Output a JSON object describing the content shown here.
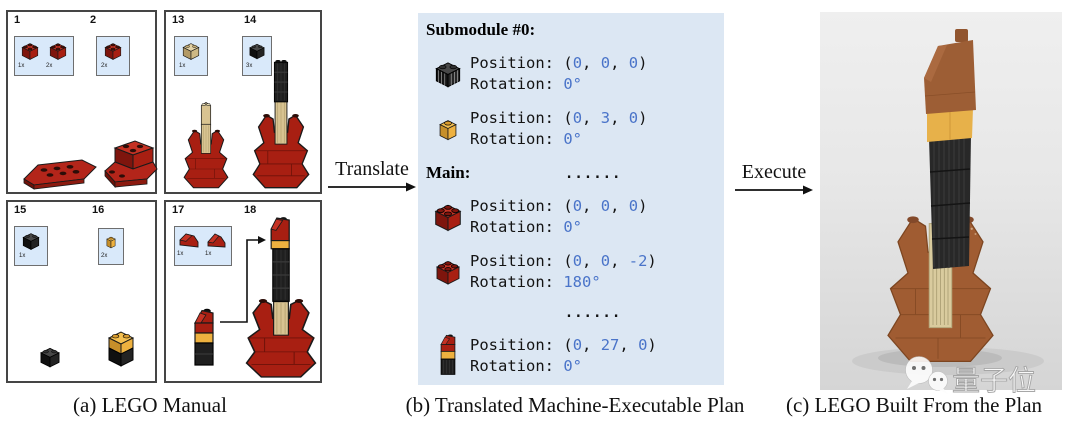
{
  "captions": {
    "a": "(a) LEGO Manual",
    "b": "(b) Translated Machine-Executable Plan",
    "c": "(c) LEGO Built From the Plan"
  },
  "arrows": {
    "translate": "Translate",
    "execute": "Execute"
  },
  "manual": {
    "panel_a": {
      "step_left": "1",
      "step_right": "2",
      "callout_left": {
        "bricks": [
          "red-2x2-brick",
          "red-2x2-brick"
        ],
        "counts": [
          "1x",
          "2x"
        ]
      },
      "callout_right": {
        "bricks": [
          "red-2x2-brick"
        ],
        "counts": [
          "2x"
        ]
      }
    },
    "panel_b": {
      "step_left": "13",
      "step_right": "14",
      "callout_left": {
        "bricks": [
          "tan-1x2-brick"
        ],
        "counts": [
          "1x"
        ]
      },
      "callout_right": {
        "bricks": [
          "black-1x2-brick"
        ],
        "counts": [
          "3x"
        ]
      }
    },
    "panel_c": {
      "step_left": "15",
      "step_right": "16",
      "callout_left": {
        "bricks": [
          "black-1x2-brick"
        ],
        "counts": [
          "1x"
        ]
      },
      "callout_right": {
        "bricks": [
          "yellow-1x1-brick"
        ],
        "counts": [
          "2x"
        ]
      }
    },
    "panel_d": {
      "step_left": "17",
      "step_right": "18",
      "callout_left": {
        "bricks": [
          "red-slope-brick",
          "red-slope-brick"
        ],
        "counts": [
          "1x",
          "1x"
        ]
      }
    }
  },
  "plan": {
    "submodule_header": "Submodule #0:",
    "main_header": "Main:",
    "ellipsis": "......",
    "labels": {
      "position": "Position:",
      "rotation": "Rotation:"
    },
    "punct": {
      "open": "(",
      "sep": ",",
      "close": ")"
    },
    "entries": [
      {
        "icon": "black-1x2-brick",
        "pos": [
          "0",
          "0",
          "0"
        ],
        "rot": "0°"
      },
      {
        "icon": "yellow-1x1-brick",
        "pos": [
          "0",
          "3",
          "0"
        ],
        "rot": "0°"
      },
      {
        "icon": "red-2x2-brick",
        "pos": [
          "0",
          "0",
          "0"
        ],
        "rot": "0°"
      },
      {
        "icon": "red-2x2-brick",
        "pos": [
          "0",
          "0",
          "-2"
        ],
        "rot": "180°"
      },
      {
        "icon": "red-yellow-black-stack",
        "pos": [
          "0",
          "27",
          "0"
        ],
        "rot": "0°"
      }
    ]
  },
  "watermark": {
    "text": "量子位"
  },
  "colors": {
    "plan_bg": "#dce7f3",
    "accent_blue": "#4a74c9",
    "lego_red": "#a81f12",
    "lego_tan": "#d8c391",
    "lego_yellow": "#eeb13f",
    "lego_black": "#1f1f1f",
    "photo_brown": "#a05c32",
    "callout_bg": "#d9e9fa"
  }
}
